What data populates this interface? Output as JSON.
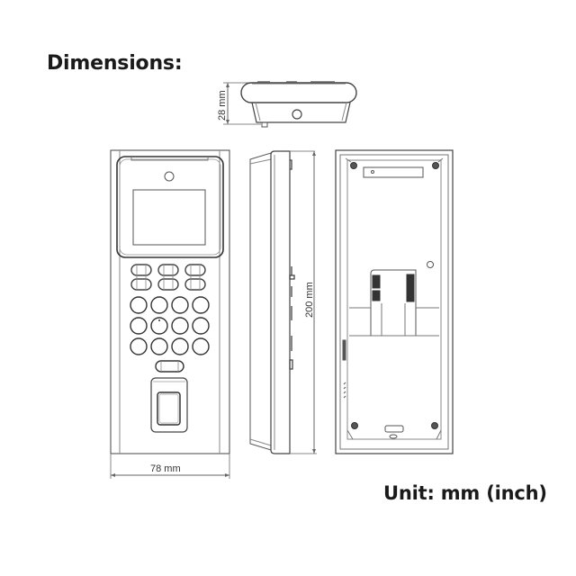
{
  "title": "Dimensions:",
  "unit_label": "Unit: mm (inch)",
  "dimensions": {
    "depth": "28 mm",
    "height": "200 mm",
    "width": "78 mm"
  },
  "views": {
    "top": "top-view",
    "front": "front-view",
    "side": "side-view",
    "back": "back-view"
  },
  "colors": {
    "line": "#555555",
    "fill_dark": "#333333",
    "background": "#ffffff"
  }
}
